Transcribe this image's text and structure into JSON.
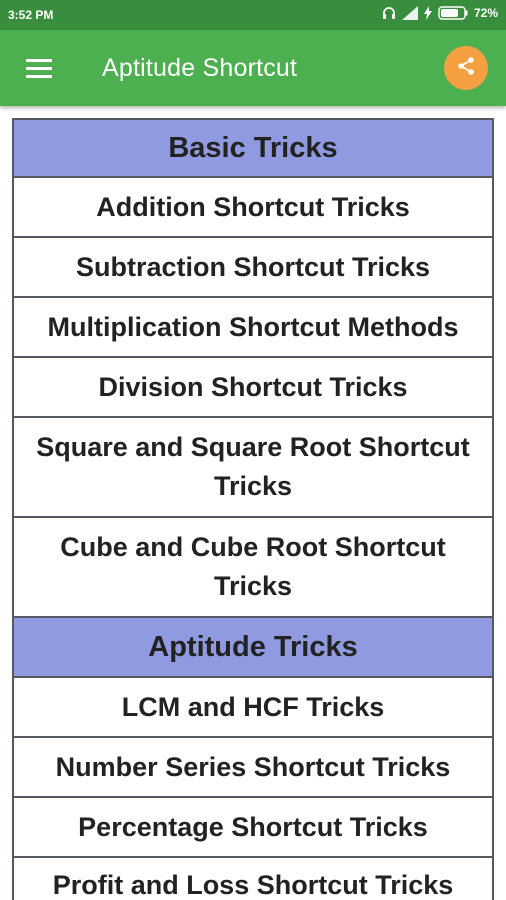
{
  "status_bar": {
    "time": "3:52 PM",
    "battery": "72%"
  },
  "app_bar": {
    "title": "Aptitude Shortcut",
    "accent_color": "#f4a041",
    "bar_color": "#4caf50"
  },
  "sections": [
    {
      "title": "Basic Tricks",
      "items": [
        "Addition Shortcut Tricks",
        "Subtraction Shortcut Tricks",
        "Multiplication Shortcut Methods",
        "Division Shortcut Tricks",
        "Square and Square Root Shortcut Tricks",
        "Cube and Cube Root Shortcut Tricks"
      ]
    },
    {
      "title": "Aptitude Tricks",
      "items": [
        "LCM and HCF Tricks",
        "Number Series Shortcut Tricks",
        "Percentage Shortcut Tricks",
        "Profit and Loss Shortcut Tricks"
      ]
    }
  ]
}
